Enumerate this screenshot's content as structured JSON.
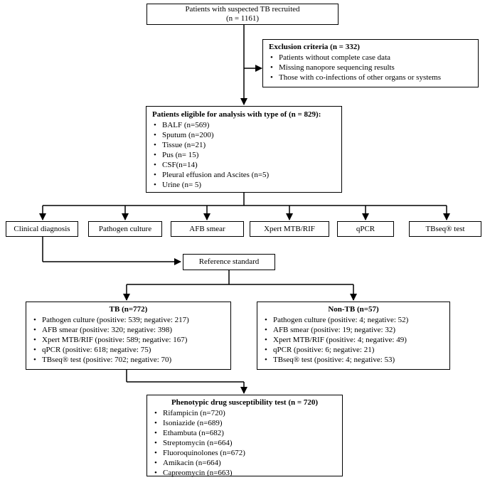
{
  "recruited": {
    "line1": "Patients with suspected TB recruited",
    "line2": "(n = 1161)"
  },
  "exclusion": {
    "title": "Exclusion criteria (n = 332)",
    "items": [
      "Patients without complete case data",
      "Missing nanopore sequencing results",
      "Those with co-infections of other organs or systems"
    ]
  },
  "eligible": {
    "title": "Patients eligible for analysis with type of (n = 829):",
    "items": [
      "BALF (n=569)",
      "Sputum (n=200)",
      "Tissue (n=21)",
      "Pus (n= 15)",
      "CSF(n=14)",
      "Pleural effusion and Ascites (n=5)",
      "Urine (n= 5)"
    ]
  },
  "methods": [
    "Clinical diagnosis",
    "Pathogen culture",
    "AFB smear",
    "Xpert MTB/RIF",
    "qPCR",
    "TBseq® test"
  ],
  "reference": "Reference standard",
  "tb": {
    "title": "TB (n=772)",
    "items": [
      "Pathogen culture (positive:  539; negative: 217)",
      "AFB smear (positive: 320;  negative: 398)",
      "Xpert MTB/RIF (positive:  589; negative: 167)",
      "qPCR (positive: 618;  negative: 75)",
      "TBseq® test (positive: 702;  negative: 70)"
    ]
  },
  "nontb": {
    "title": "Non-TB (n=57)",
    "items": [
      "Pathogen culture (positive: 4;  negative: 52)",
      "AFB smear (positive: 19;  negative: 32)",
      "Xpert MTB/RIF (positive: 4;  negative: 49)",
      "qPCR (positive: 6;  negative: 21)",
      "TBseq® test (positive: 4;  negative: 53)"
    ]
  },
  "dst": {
    "title": "Phenotypic drug susceptibility test (n = 720)",
    "items": [
      "Rifampicin (n=720)",
      "Isoniazide (n=689)",
      "Ethambuta (n=682)",
      "Streptomycin (n=664)",
      "Fluoroquinolones (n=672)",
      "Amikacin (n=664)",
      "Capreomycin (n=663)"
    ]
  }
}
